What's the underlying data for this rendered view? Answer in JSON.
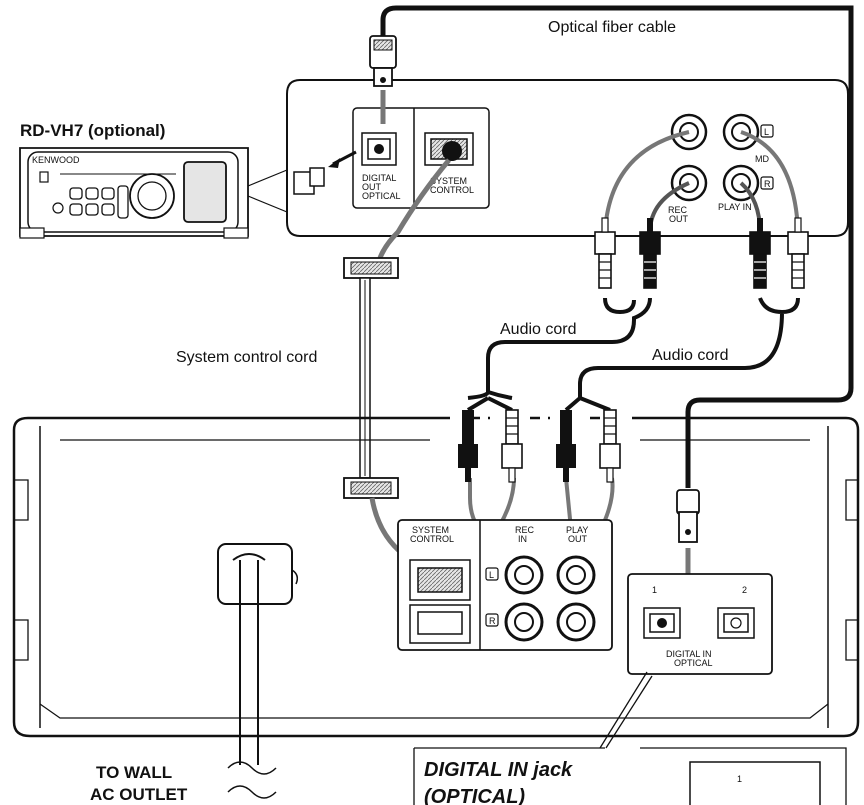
{
  "labels": {
    "optical_fiber_cable": "Optical fiber cable",
    "rd_vh7": "RD-VH7 (optional)",
    "brand": "KENWOOD",
    "digital_out_1": "DIGITAL",
    "digital_out_2": "OUT",
    "digital_out_3": "OPTICAL",
    "system_control_1": "SYSTEM",
    "system_control_2": "CONTROL",
    "md": "MD",
    "l": "L",
    "r": "R",
    "rec_out_1": "REC",
    "rec_out_2": "OUT",
    "play_in": "PLAY IN",
    "audio_cord_1": "Audio cord",
    "audio_cord_2": "Audio cord",
    "system_control_cord": "System control cord",
    "sys_ctrl_main_1": "SYSTEM",
    "sys_ctrl_main_2": "CONTROL",
    "rec_in_1": "REC",
    "rec_in_2": "IN",
    "play_out_1": "PLAY",
    "play_out_2": "OUT",
    "digital_in_num_1": "1",
    "digital_in_num_2": "2",
    "digital_in_1": "DIGITAL IN",
    "digital_in_2": "OPTICAL",
    "to_wall_1": "TO   WALL",
    "to_wall_2": "AC OUTLET",
    "jack_title_1": "DIGITAL IN jack",
    "jack_title_2": "(OPTICAL)",
    "inset_num": "1"
  },
  "colors": {
    "line": "#111111",
    "cable_gray": "#777777",
    "fill_gray": "#cfcfcf"
  }
}
